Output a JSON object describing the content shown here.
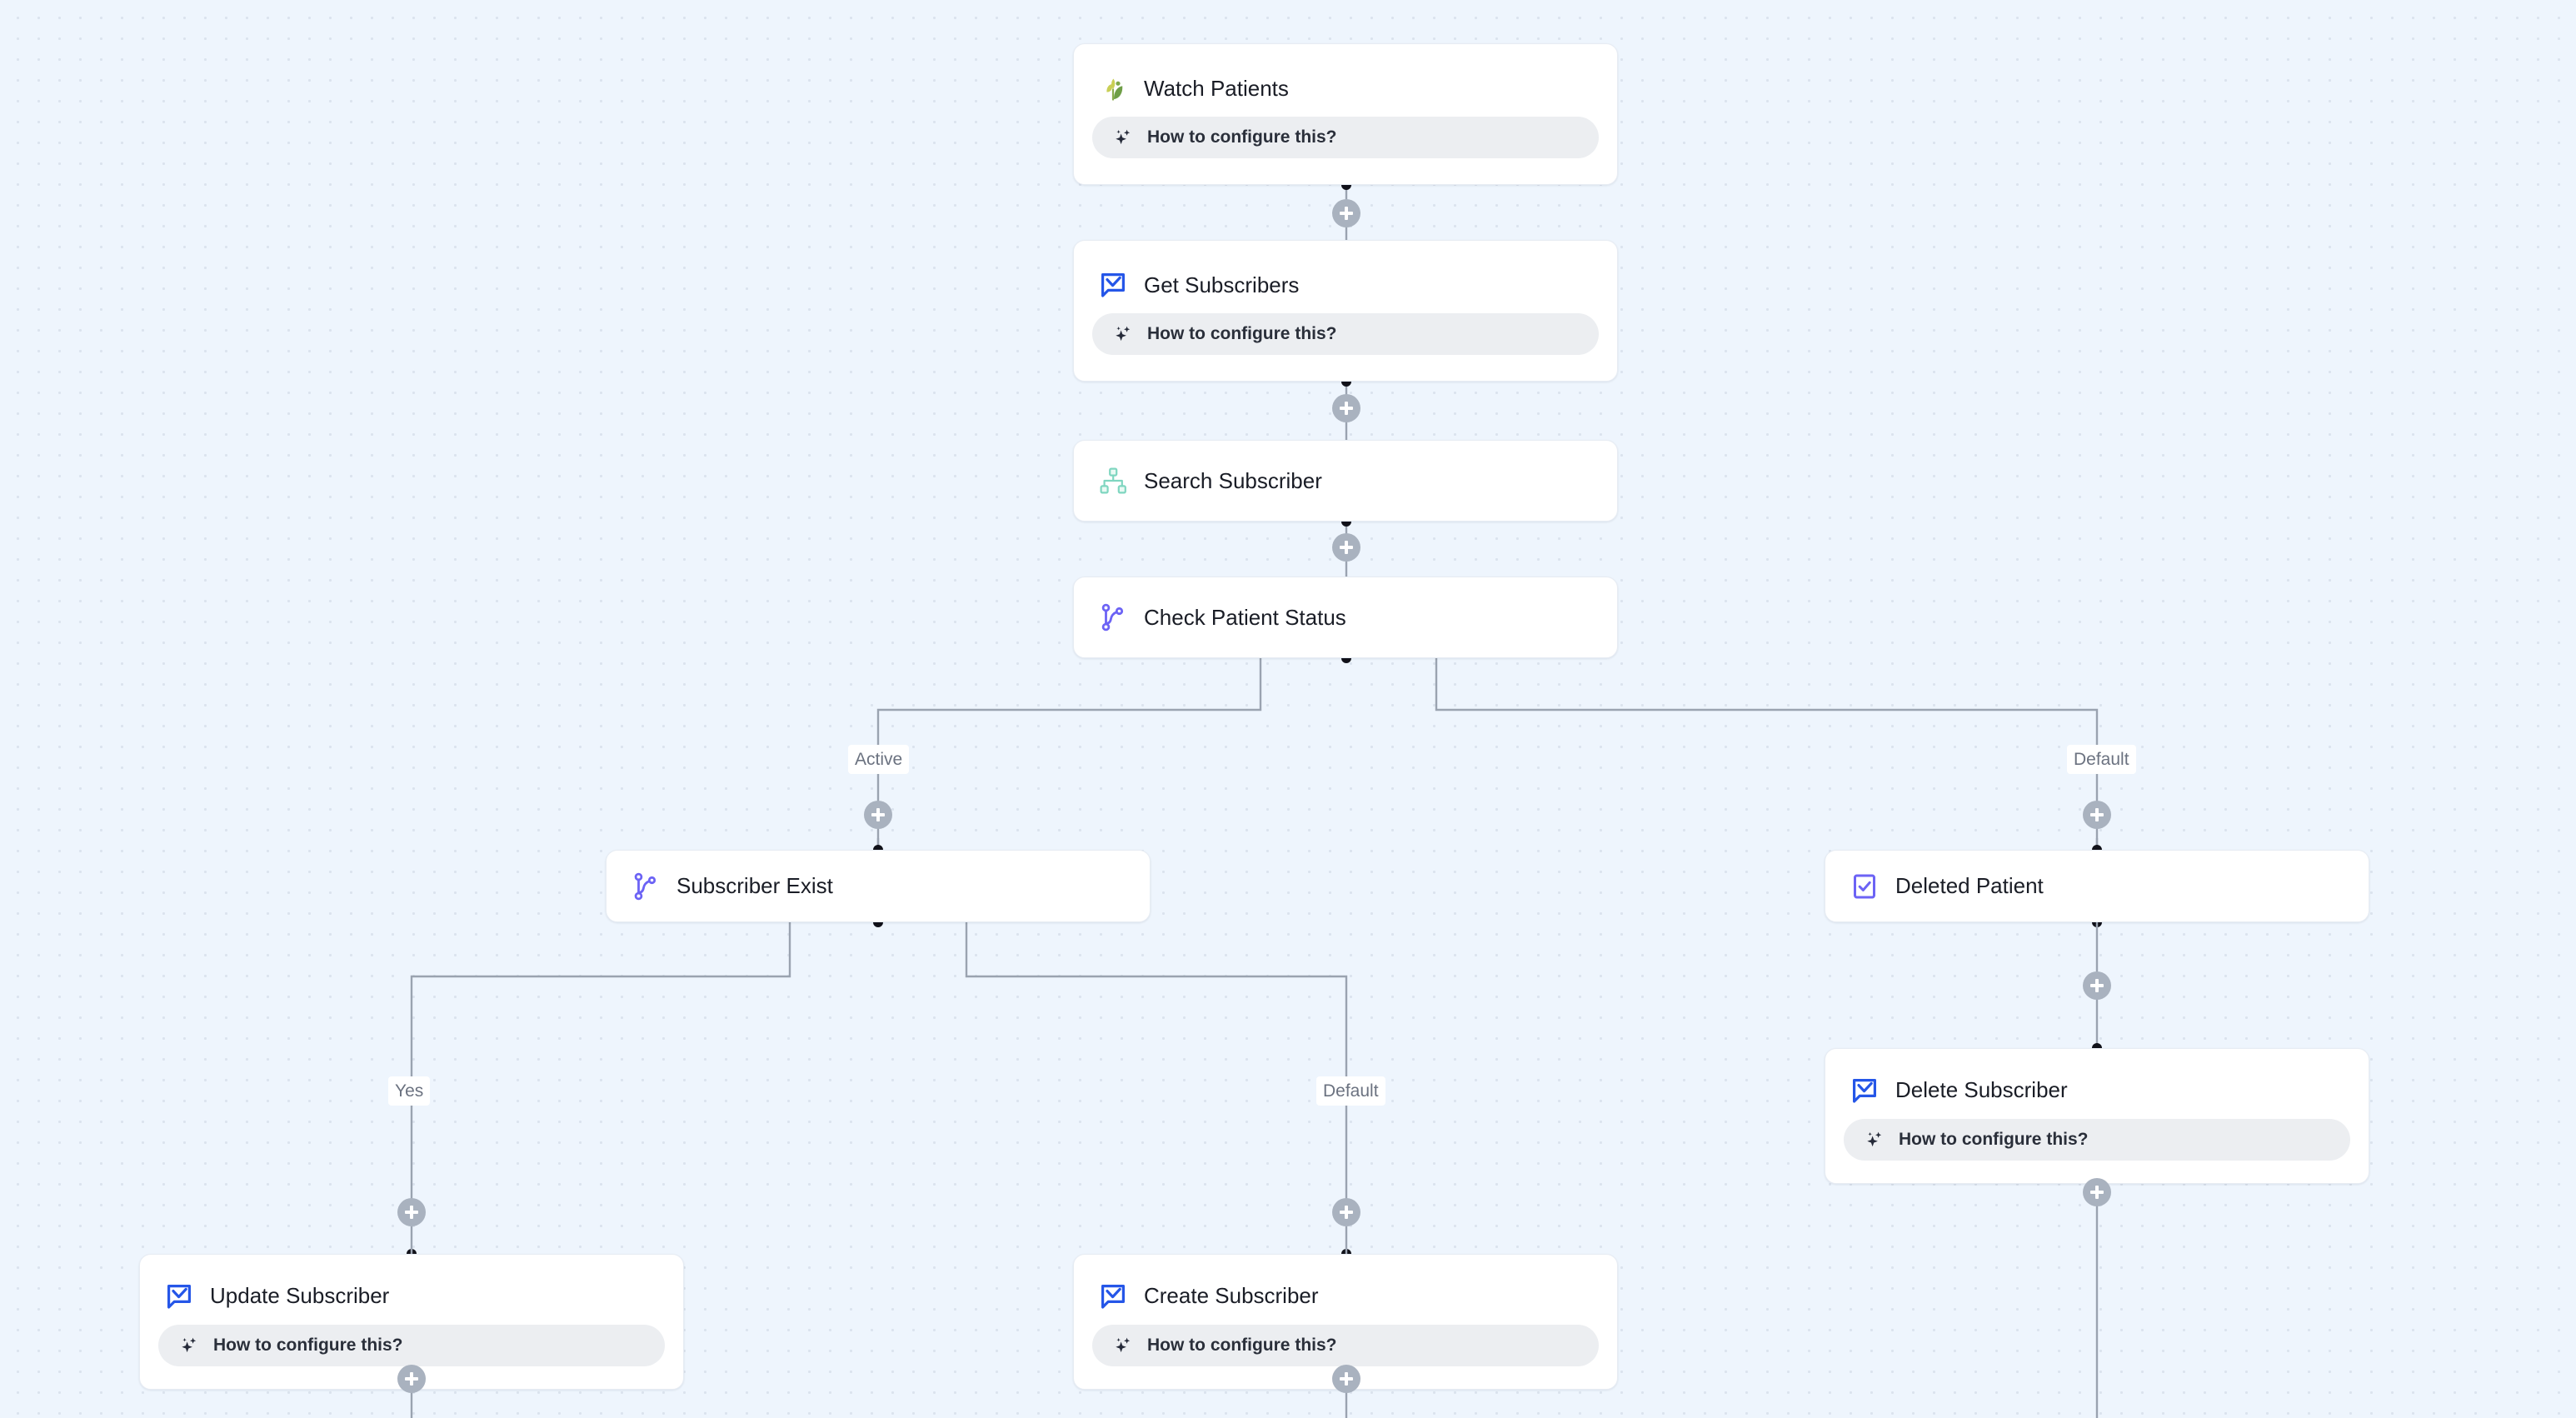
{
  "canvas": {
    "background_color": "#eef5fd",
    "grid_dot_color": "#dbe3ee",
    "edge_color": "#9aa3b0",
    "accent_blue": "#2556e8",
    "accent_purple": "#6c63f5",
    "accent_teal": "#7fd6c0",
    "plus_button_color": "#a9b2bf"
  },
  "configure_prompt": {
    "label": "How to configure this?",
    "icon": "sparkle-icon"
  },
  "nodes": [
    {
      "id": "watch-patients",
      "title": "Watch Patients",
      "icon": "sprout-icon",
      "has_configure_pill": true
    },
    {
      "id": "get-subscribers",
      "title": "Get Subscribers",
      "icon": "mail-check-icon",
      "has_configure_pill": true
    },
    {
      "id": "search-subscriber",
      "title": "Search Subscriber",
      "icon": "hierarchy-icon",
      "has_configure_pill": false
    },
    {
      "id": "check-patient-status",
      "title": "Check Patient Status",
      "icon": "branch-icon",
      "has_configure_pill": false
    },
    {
      "id": "subscriber-exist",
      "title": "Subscriber Exist",
      "icon": "branch-icon",
      "has_configure_pill": false
    },
    {
      "id": "deleted-patient",
      "title": "Deleted Patient",
      "icon": "checkbox-icon",
      "has_configure_pill": false
    },
    {
      "id": "delete-subscriber",
      "title": "Delete Subscriber",
      "icon": "mail-check-icon",
      "has_configure_pill": true
    },
    {
      "id": "update-subscriber",
      "title": "Update Subscriber",
      "icon": "mail-check-icon",
      "has_configure_pill": true
    },
    {
      "id": "create-subscriber",
      "title": "Create Subscriber",
      "icon": "mail-check-icon",
      "has_configure_pill": true
    }
  ],
  "branch_labels": [
    {
      "id": "active",
      "text": "Active"
    },
    {
      "id": "status-default",
      "text": "Default"
    },
    {
      "id": "yes",
      "text": "Yes"
    },
    {
      "id": "exist-default",
      "text": "Default"
    }
  ]
}
